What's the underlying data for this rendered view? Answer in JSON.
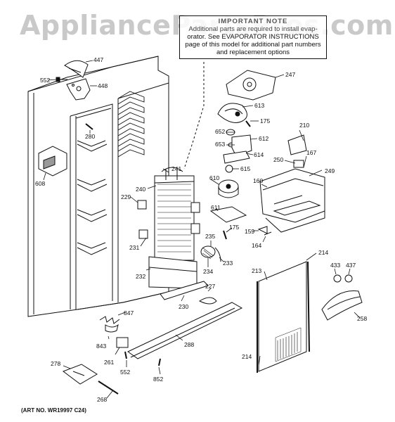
{
  "watermark": "AppliancePartsPros.com",
  "notice": {
    "line1": "IMPORTANT NOTE",
    "line2": "Additional parts are required to install evap-",
    "line3": "orator.  See EVAPORATOR INSTRUCTIONS",
    "line4": "page of this model for additional part numbers",
    "line5": "and replacement options"
  },
  "art_number": "(ART NO. WR19997 C24)",
  "callouts": [
    {
      "id": "447",
      "label": "447"
    },
    {
      "id": "552a",
      "label": "552"
    },
    {
      "id": "448",
      "label": "448"
    },
    {
      "id": "280",
      "label": "280"
    },
    {
      "id": "608",
      "label": "608"
    },
    {
      "id": "247",
      "label": "247"
    },
    {
      "id": "613",
      "label": "613"
    },
    {
      "id": "175a",
      "label": "175"
    },
    {
      "id": "652",
      "label": "652"
    },
    {
      "id": "612",
      "label": "612"
    },
    {
      "id": "653",
      "label": "653"
    },
    {
      "id": "614",
      "label": "614"
    },
    {
      "id": "615",
      "label": "615"
    },
    {
      "id": "610",
      "label": "610"
    },
    {
      "id": "210",
      "label": "210"
    },
    {
      "id": "250",
      "label": "250"
    },
    {
      "id": "167",
      "label": "167"
    },
    {
      "id": "249",
      "label": "249"
    },
    {
      "id": "160",
      "label": "160"
    },
    {
      "id": "241",
      "label": "241"
    },
    {
      "id": "240",
      "label": "240"
    },
    {
      "id": "229",
      "label": "229"
    },
    {
      "id": "611",
      "label": "611"
    },
    {
      "id": "175b",
      "label": "175"
    },
    {
      "id": "235",
      "label": "235"
    },
    {
      "id": "231",
      "label": "231"
    },
    {
      "id": "234",
      "label": "234"
    },
    {
      "id": "233",
      "label": "233"
    },
    {
      "id": "159",
      "label": "159"
    },
    {
      "id": "164",
      "label": "164"
    },
    {
      "id": "214a",
      "label": "214"
    },
    {
      "id": "213",
      "label": "213"
    },
    {
      "id": "433",
      "label": "433"
    },
    {
      "id": "437",
      "label": "437"
    },
    {
      "id": "232",
      "label": "232"
    },
    {
      "id": "227",
      "label": "227"
    },
    {
      "id": "230",
      "label": "230"
    },
    {
      "id": "847",
      "label": "847"
    },
    {
      "id": "843",
      "label": "843"
    },
    {
      "id": "288",
      "label": "288"
    },
    {
      "id": "258",
      "label": "258"
    },
    {
      "id": "261",
      "label": "261"
    },
    {
      "id": "552b",
      "label": "552"
    },
    {
      "id": "214b",
      "label": "214"
    },
    {
      "id": "278",
      "label": "278"
    },
    {
      "id": "852",
      "label": "852"
    },
    {
      "id": "268",
      "label": "268"
    }
  ]
}
